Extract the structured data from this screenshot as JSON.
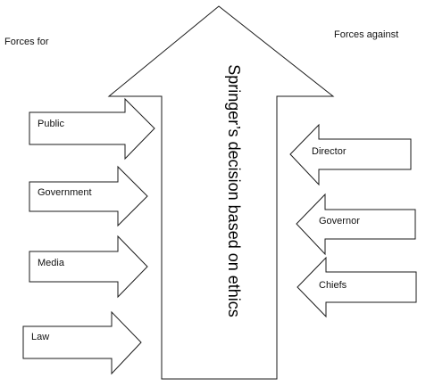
{
  "headings": {
    "forces_for": "Forces for",
    "forces_against": "Forces against"
  },
  "central": {
    "label": "Springer’s decision based on ethics"
  },
  "forces_for": [
    "Public",
    "Government",
    "Media",
    "Law"
  ],
  "forces_against": [
    "Director",
    "Governor",
    "Chiefs"
  ],
  "colors": {
    "stroke": "#1a1a1a",
    "fill": "#ffffff",
    "text": "#111111"
  }
}
